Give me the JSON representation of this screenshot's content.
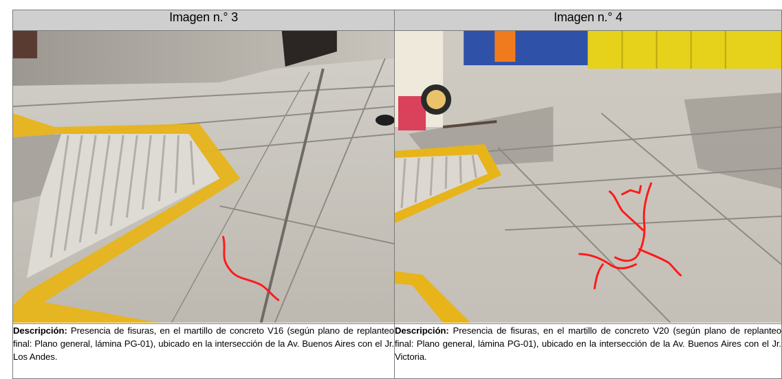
{
  "panels": [
    {
      "title": "Imagen n.° 3",
      "photo_icon": "photo-sidewalk-crack",
      "desc_label": "Descripción:",
      "desc_text": " Presencia de fisuras, en el martillo de concreto V16 (según plano de replanteo final: Plano general, lámina PG-01), ubicado en la intersección de la Av. Buenos Aires con el Jr. Los Andes."
    },
    {
      "title": "Imagen n.° 4",
      "photo_icon": "photo-sidewalk-cracks",
      "desc_label": "Descripción:",
      "desc_text": " Presencia de fisuras, en el martillo de concreto V20 (según plano de replanteo final: Plano general, lámina PG-01), ubicado en la intersección de la Av. Buenos Aires con el Jr. Victoria."
    }
  ],
  "colors": {
    "header_bg": "#cfcfcf",
    "concrete": "#c9c6bf",
    "curb_yellow": "#e7b41a",
    "crack_mark": "#ff1a1a"
  }
}
